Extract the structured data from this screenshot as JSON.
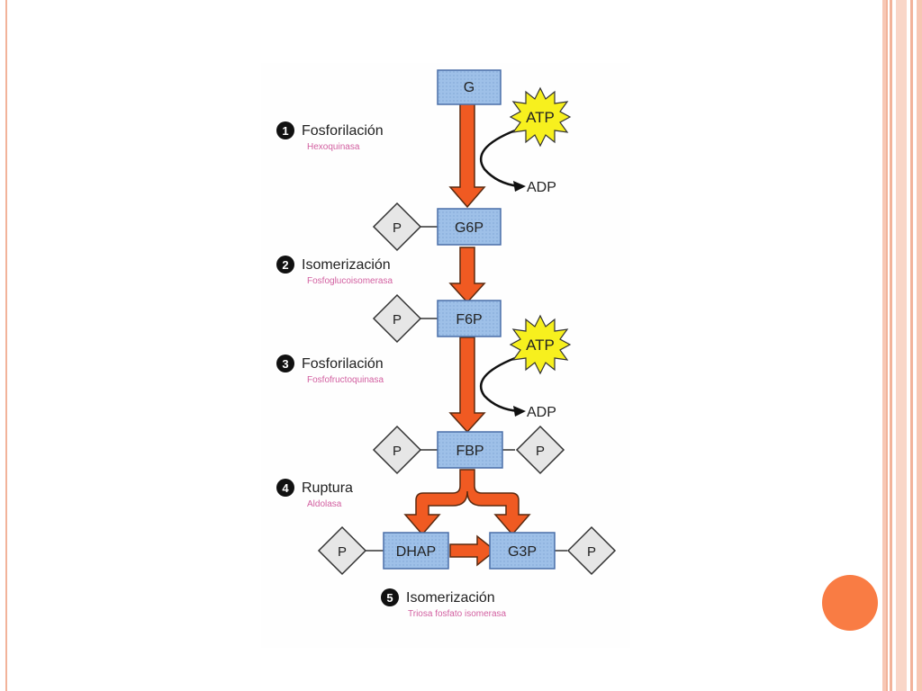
{
  "colors": {
    "frame": "#f2b39a",
    "accent_circle": "#f97c44",
    "box_fill": "#9ec0e8",
    "box_stroke": "#4a6fa8",
    "arrow_fill": "#f05a22",
    "arrow_stroke": "#5a2a10",
    "atp_fill": "#f7f01e",
    "diamond_fill": "#e6e6e6",
    "enzyme_text": "#d25fa0"
  },
  "metabolites": {
    "g": "G",
    "g6p": "G6P",
    "f6p": "F6P",
    "fbp": "FBP",
    "dhap": "DHAP",
    "g3p": "G3P"
  },
  "phosphate": "P",
  "cofactors": {
    "atp": "ATP",
    "adp": "ADP"
  },
  "steps": [
    {
      "number": "1",
      "name": "Fosforilación",
      "enzyme": "Hexoquinasa"
    },
    {
      "number": "2",
      "name": "Isomerización",
      "enzyme": "Fosfoglucoisomerasa"
    },
    {
      "number": "3",
      "name": "Fosforilación",
      "enzyme": "Fosfofructoquinasa"
    },
    {
      "number": "4",
      "name": "Ruptura",
      "enzyme": "Aldolasa"
    },
    {
      "number": "5",
      "name": "Isomerización",
      "enzyme": "Triosa fosfato isomerasa"
    }
  ],
  "icons": [
    "atp-starburst-icon",
    "phosphate-diamond-icon",
    "reaction-arrow-icon"
  ]
}
